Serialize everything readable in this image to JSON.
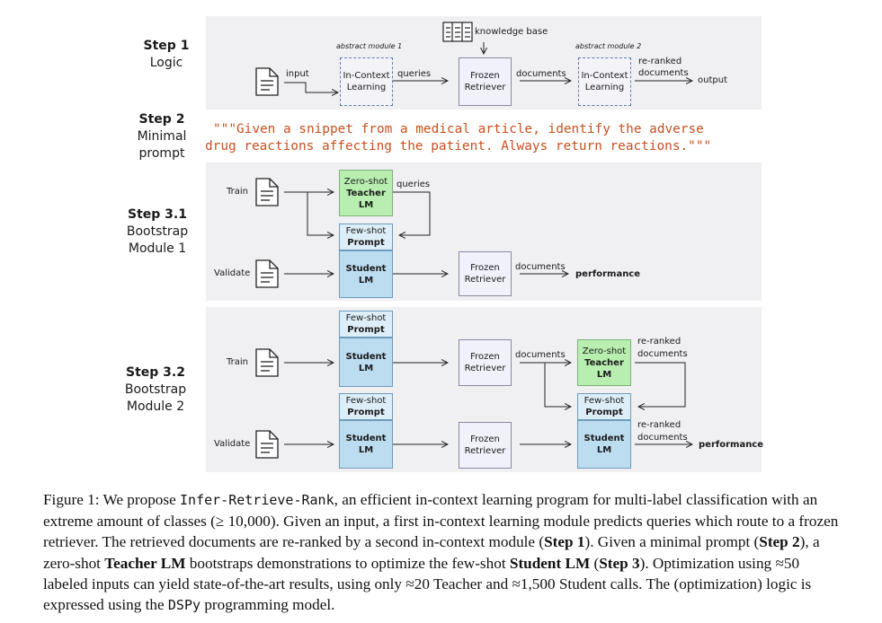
{
  "steps": {
    "step1": {
      "title": "Step 1",
      "sub": "Logic"
    },
    "step2": {
      "title": "Step 2",
      "sub1": "Minimal",
      "sub2": "prompt"
    },
    "step31": {
      "title": "Step 3.1",
      "sub1": "Bootstrap",
      "sub2": "Module 1"
    },
    "step32": {
      "title": "Step 3.2",
      "sub1": "Bootstrap",
      "sub2": "Module 2"
    }
  },
  "logic": {
    "knowledge_base": "knowledge base",
    "abstract1": "abstract module 1",
    "abstract2": "abstract module 2",
    "input": "input",
    "icl1_l1": "In-Context",
    "icl1_l2": "Learning",
    "queries": "queries",
    "retr_l1": "Frozen",
    "retr_l2": "Retriever",
    "documents": "documents",
    "icl2_l1": "In-Context",
    "icl2_l2": "Learning",
    "reranked_l1": "re-ranked",
    "reranked_l2": "documents",
    "output": "output"
  },
  "prompt": {
    "line1": "\"\"\"Given a snippet from a medical article, identify the adverse",
    "line2": "drug reactions affecting the patient. Always return reactions.\"\"\""
  },
  "b1": {
    "train": "Train",
    "validate": "Validate",
    "teacher_l1": "Zero-shot",
    "teacher_l2": "Teacher LM",
    "queries": "queries",
    "fewshot_l1": "Few-shot",
    "fewshot_l2": "Prompt",
    "student": "Student LM",
    "retr_l1": "Frozen",
    "retr_l2": "Retriever",
    "documents": "documents",
    "performance": "performance"
  },
  "b2": {
    "train": "Train",
    "validate": "Validate",
    "fewshot1_l1": "Few-shot",
    "fewshot1_l2": "Prompt",
    "student1": "Student LM",
    "retr1_l1": "Frozen",
    "retr1_l2": "Retriever",
    "documents": "documents",
    "teacher_l1": "Zero-shot",
    "teacher_l2": "Teacher LM",
    "reranked1_l1": "re-ranked",
    "reranked1_l2": "documents",
    "fewshot2_l1": "Few-shot",
    "fewshot2_l2": "Prompt",
    "fewshot3_l1": "Few-shot",
    "fewshot3_l2": "Prompt",
    "student2": "Student LM",
    "retr2_l1": "Frozen",
    "retr2_l2": "Retriever",
    "student3": "Student LM",
    "reranked2_l1": "re-ranked",
    "reranked2_l2": "documents",
    "performance": "performance"
  },
  "caption": {
    "p1": "Figure 1: We propose ",
    "code1": "Infer-Retrieve-Rank",
    "p2": ", an efficient in-context learning program for multi-label classification with an extreme amount of classes (≥ 10,000). Given an input, a first in-context learning module predicts queries which route to a frozen retriever. The retrieved documents are re-ranked by a second in-context module (",
    "b1": "Step 1",
    "p3": "). Given a minimal prompt (",
    "b2": "Step 2",
    "p4": "), a zero-shot ",
    "b3": "Teacher LM",
    "p5": " bootstraps demonstrations to optimize the few-shot ",
    "b4": "Student LM",
    "p6": " (",
    "b5": "Step 3",
    "p7": "). Optimization using ≈50 labeled inputs can yield state-of-the-art results, using only ≈20 Teacher and ≈1,500 Student calls. The (optimization) logic is expressed using the ",
    "code2": "DSPy",
    "p8": " programming model."
  }
}
